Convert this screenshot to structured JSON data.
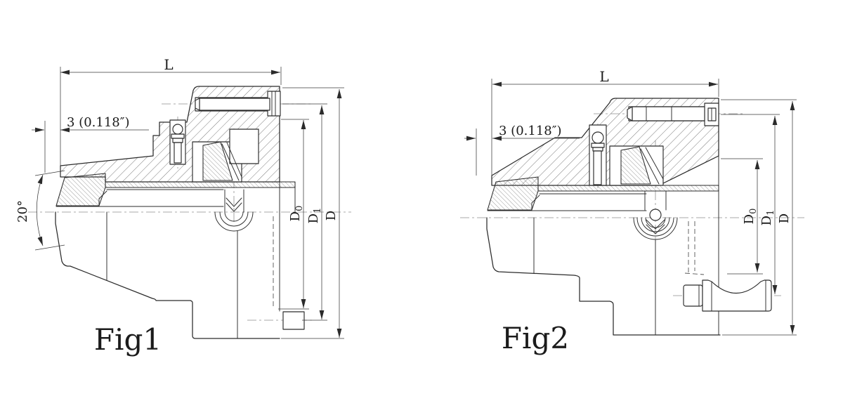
{
  "drawing": {
    "background": "#ffffff",
    "line_color": "#2b2b2b",
    "centerline_color": "#8f8f8f",
    "hatch_color": "#5a5a5a",
    "fig1": {
      "caption": "Fig1",
      "dim_length": "L",
      "dim_offset": "3 (0.118″)",
      "dim_angle": "20°",
      "dim_d0_base": "D",
      "dim_d0_sub": "0",
      "dim_d1_base": "D",
      "dim_d1_sub": "1",
      "dim_d": "D"
    },
    "fig2": {
      "caption": "Fig2",
      "dim_length": "L",
      "dim_offset": "3 (0.118″)",
      "dim_d0_base": "D",
      "dim_d0_sub": "0",
      "dim_d1_base": "D",
      "dim_d1_sub": "1",
      "dim_d": "D"
    }
  }
}
